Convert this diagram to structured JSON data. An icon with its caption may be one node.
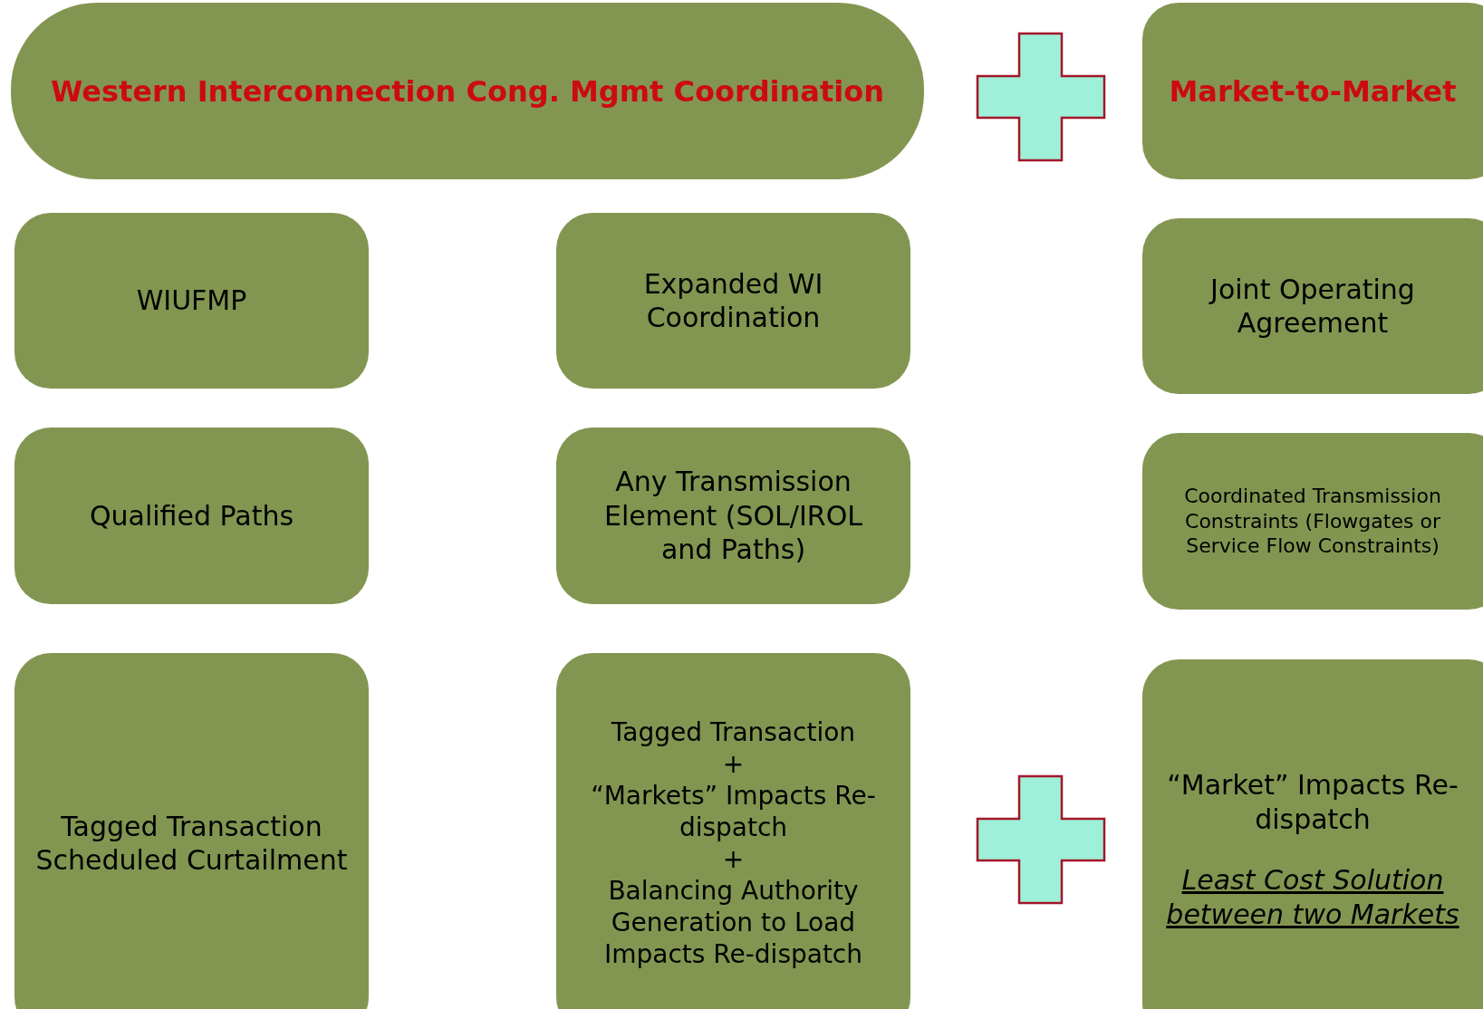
{
  "diagram": {
    "nodes": [
      {
        "text": [
          "Western Interconnection Cong. Mgmt Coordination"
        ]
      },
      {
        "text": [
          "Market-to-Market"
        ]
      },
      {
        "text": [
          "WIUFMP"
        ]
      },
      {
        "text": [
          "Expanded WI Coordination"
        ]
      },
      {
        "text": [
          "Joint Operating Agreement"
        ]
      },
      {
        "text": [
          "Qualified Paths"
        ]
      },
      {
        "text": [
          "Any Transmission Element (SOL/IROL and Paths)"
        ]
      },
      {
        "text": [
          "Coordinated Transmission Constraints (Flowgates or Service Flow Constraints)"
        ]
      },
      {
        "text": [
          "Tagged Transaction Scheduled Curtailment"
        ]
      },
      {
        "text": [
          "Tagged Transaction",
          "+",
          "“Markets” Impacts Re-dispatch",
          "+",
          "Balancing Authority Generation to Load Impacts Re-dispatch"
        ]
      },
      {
        "text": [
          "“Market” Impacts Re-dispatch",
          "Least Cost Solution between two Markets"
        ]
      }
    ]
  }
}
